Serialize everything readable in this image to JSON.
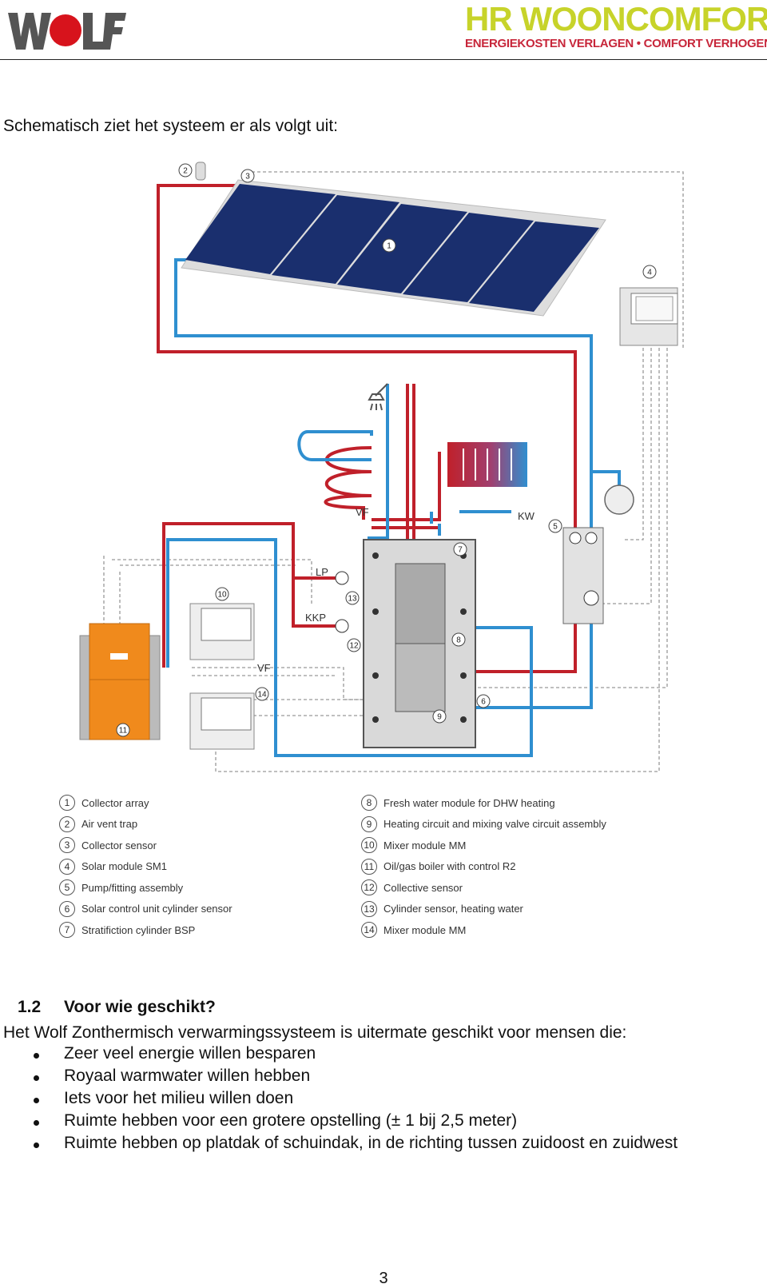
{
  "header": {
    "wolf_logo_text": "WOLF",
    "hr_title": "HR WOONCOMFORT",
    "hr_tagline": "ENERGIEKOSTEN VERLAGEN • COMFORT VERHOGEN"
  },
  "intro": "Schematisch ziet het systeem er als volgt uit:",
  "diagram": {
    "labels": {
      "vf": "VF",
      "kw": "KW",
      "lp": "LP",
      "kkp": "KKP",
      "vf2": "VF"
    },
    "numbers": [
      "1",
      "2",
      "3",
      "4",
      "5",
      "6",
      "7",
      "8",
      "9",
      "10",
      "11",
      "12",
      "13",
      "14"
    ]
  },
  "legend": [
    {
      "n": "1",
      "text": "Collector array"
    },
    {
      "n": "2",
      "text": "Air vent trap"
    },
    {
      "n": "3",
      "text": "Collector sensor"
    },
    {
      "n": "4",
      "text": "Solar module SM1"
    },
    {
      "n": "5",
      "text": "Pump/fitting assembly"
    },
    {
      "n": "6",
      "text": "Solar control unit cylinder sensor"
    },
    {
      "n": "7",
      "text": "Stratifiction cylinder BSP"
    },
    {
      "n": "8",
      "text": "Fresh water module for DHW heating"
    },
    {
      "n": "9",
      "text": "Heating circuit and mixing valve circuit assembly"
    },
    {
      "n": "10",
      "text": "Mixer module MM"
    },
    {
      "n": "11",
      "text": "Oil/gas boiler with control R2"
    },
    {
      "n": "12",
      "text": "Collective sensor"
    },
    {
      "n": "13",
      "text": "Cylinder sensor, heating water"
    },
    {
      "n": "14",
      "text": "Mixer module MM"
    }
  ],
  "section": {
    "number": "1.2",
    "title": "Voor wie geschikt?",
    "lead": "Het Wolf Zonthermisch verwarmingssysteem is uitermate geschikt voor mensen die:",
    "bullets": [
      "Zeer veel energie willen besparen",
      "Royaal warmwater willen hebben",
      "Iets voor het milieu willen doen",
      "Ruimte hebben voor een grotere opstelling (± 1 bij 2,5 meter)",
      "Ruimte hebben op platdak of schuindak, in de richting tussen zuidoost en zuidwest"
    ]
  },
  "page_number": "3",
  "colors": {
    "hot_pipe": "#c0202a",
    "cold_pipe": "#2f8fd0",
    "collector": "#1a2f6e",
    "boiler": "#f08a1c",
    "hr_green": "#c7d32a",
    "hr_red": "#c7263a"
  }
}
